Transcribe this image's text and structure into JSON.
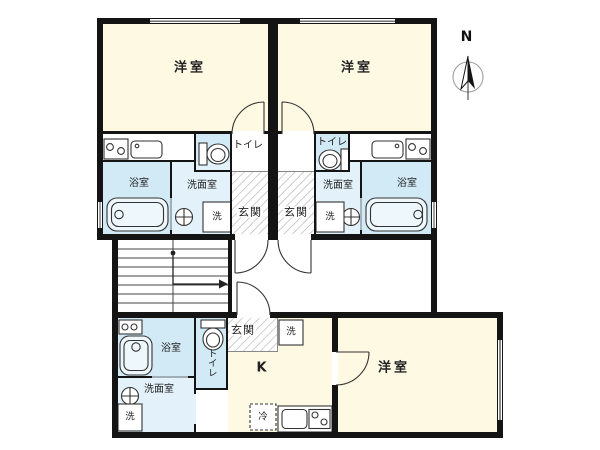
{
  "compass": {
    "north_label": "N"
  },
  "units": {
    "upper_left": {
      "western_room": "洋室",
      "toilet": "トイレ",
      "bath": "浴室",
      "washroom": "洗面室",
      "entrance": "玄関",
      "washer": "洗"
    },
    "upper_right": {
      "western_room": "洋室",
      "toilet": "トイレ",
      "bath": "浴室",
      "washroom": "洗面室",
      "entrance": "玄関",
      "washer": "洗"
    },
    "lower": {
      "western_room": "洋室",
      "toilet": "トイレ",
      "bath": "浴室",
      "washroom": "洗面室",
      "entrance": "玄関",
      "entrance_washer": "洗",
      "washroom_washer": "洗",
      "kitchen": "K",
      "refrigerator": "冷"
    }
  },
  "colors": {
    "room_cream": "#fdf9e3",
    "wet_blue": "#d2eaf6",
    "washroom_blue": "#e3f2fa",
    "wall_black": "#141414",
    "hatch_gray": "#b0b0b0"
  }
}
